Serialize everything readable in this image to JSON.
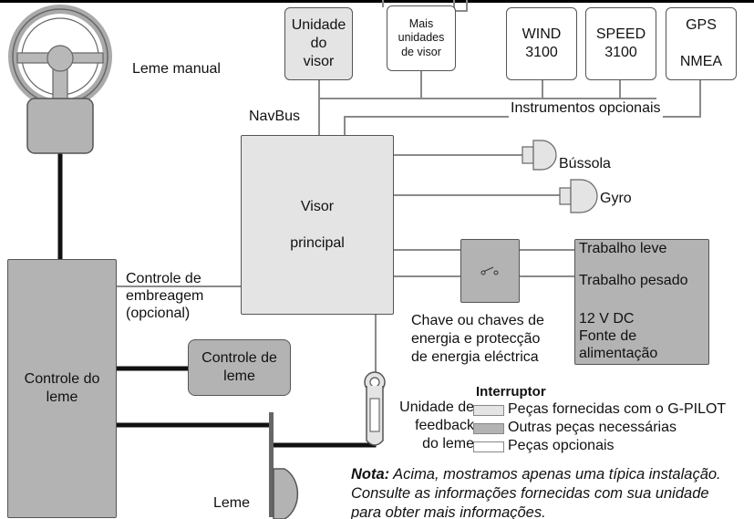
{
  "components": {
    "display_unit": "Unidade\ndo\nvisor",
    "more_displays": "Mais\nunidades\nde visor",
    "wind": "WIND\n3100",
    "speed": "SPEED\n3100",
    "gps": "GPS\n\nNMEA",
    "main_display": "Visor\n\nprincipal",
    "rudder_control": "Controle do\nleme",
    "rudder_control_unit": "Controle de\nleme",
    "power_box": {
      "light": "Trabalho leve",
      "heavy": "Trabalho pesado",
      "supply": "12 V DC\nFonte de\nalimentação"
    }
  },
  "labels": {
    "manual_helm": "Leme manual",
    "navbus": "NavBus",
    "optional_instruments": "Instrumentos opcionais",
    "compass": "Bússola",
    "gyro": "Gyro",
    "clutch": "Controle de\nembreagem\n(opcional)",
    "switch_desc": "Chave ou chaves de\nenergia e protecção\nde energia eléctrica",
    "feedback": "Unidade de\nfeedback\ndo leme",
    "rudder": "Leme"
  },
  "legend": {
    "title": "Interruptor",
    "items": [
      {
        "label": "Peças fornecidas com o G-PILOT",
        "color": "#e4e4e4"
      },
      {
        "label": "Outras peças necessárias",
        "color": "#b3b3b3"
      },
      {
        "label": "Peças opcionais",
        "color": "#ffffff"
      }
    ]
  },
  "note": {
    "lead": "Nota:",
    "text": " Acima, mostramos apenas uma típica instalação. Consulte as informações fornecidas com sua unidade para obter mais informações."
  },
  "icons": [
    "steering-wheel-icon",
    "switch-icon",
    "compass-icon",
    "gyro-icon",
    "feedback-sensor-icon",
    "rudder-icon"
  ]
}
